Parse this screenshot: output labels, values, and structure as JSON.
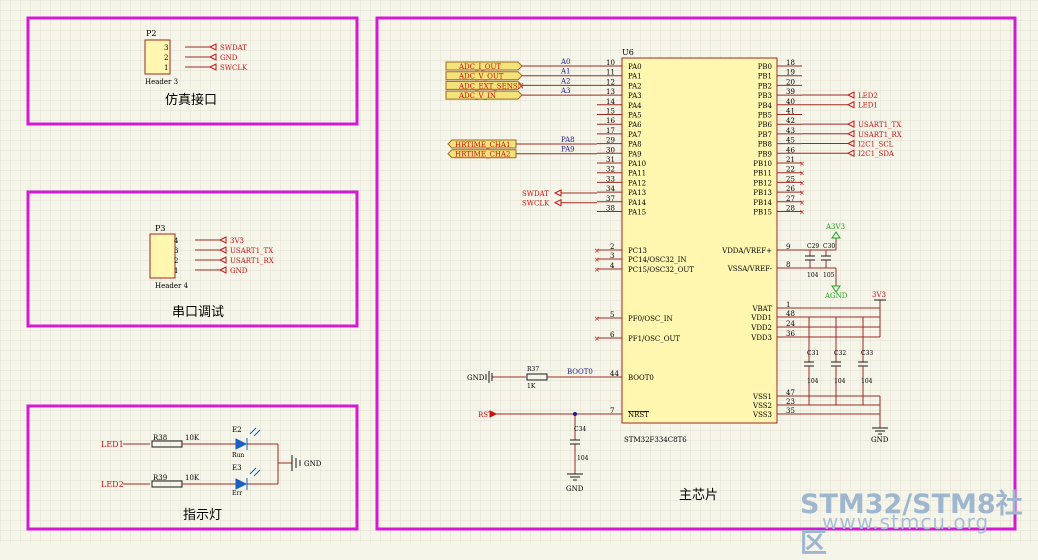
{
  "blocks": {
    "debug_interface": "仿真接口",
    "serial_debug": "串口调试",
    "indicator": "指示灯",
    "main_chip": "主芯片"
  },
  "p2": {
    "ref": "P2",
    "footprint": "Header 3",
    "pins": [
      "3",
      "2",
      "1"
    ],
    "nets": [
      "SWDAT",
      "GND",
      "SWCLK"
    ]
  },
  "p3": {
    "ref": "P3",
    "footprint": "Header 4",
    "pins": [
      "4",
      "3",
      "2",
      "1"
    ],
    "nets": [
      "3V3",
      "USART1_TX",
      "USART1_RX",
      "GND"
    ]
  },
  "leds": {
    "led1_net": "LED1",
    "led2_net": "LED2",
    "r1_ref": "R38",
    "r1_val": "10K",
    "r2_ref": "R39",
    "r2_val": "10K",
    "e1_ref": "E2",
    "e1_val": "Run",
    "e2_ref": "E3",
    "e2_val": "Err",
    "gnd": "GND"
  },
  "mcu": {
    "ref": "U6",
    "part": "STM32F334C8T6",
    "left_pins": [
      {
        "num": "10",
        "name": "PA0"
      },
      {
        "num": "11",
        "name": "PA1"
      },
      {
        "num": "12",
        "name": "PA2"
      },
      {
        "num": "13",
        "name": "PA3"
      },
      {
        "num": "14",
        "name": "PA4"
      },
      {
        "num": "15",
        "name": "PA5"
      },
      {
        "num": "16",
        "name": "PA6"
      },
      {
        "num": "17",
        "name": "PA7"
      },
      {
        "num": "29",
        "name": "PA8"
      },
      {
        "num": "30",
        "name": "PA9"
      },
      {
        "num": "31",
        "name": "PA10"
      },
      {
        "num": "32",
        "name": "PA11"
      },
      {
        "num": "33",
        "name": "PA12"
      },
      {
        "num": "34",
        "name": "PA13"
      },
      {
        "num": "37",
        "name": "PA14"
      },
      {
        "num": "38",
        "name": "PA15"
      }
    ],
    "right_pins": [
      {
        "num": "18",
        "name": "PB0"
      },
      {
        "num": "19",
        "name": "PB1"
      },
      {
        "num": "20",
        "name": "PB2"
      },
      {
        "num": "39",
        "name": "PB3"
      },
      {
        "num": "40",
        "name": "PB4"
      },
      {
        "num": "41",
        "name": "PB5"
      },
      {
        "num": "42",
        "name": "PB6"
      },
      {
        "num": "43",
        "name": "PB7"
      },
      {
        "num": "45",
        "name": "PB8"
      },
      {
        "num": "46",
        "name": "PB9"
      },
      {
        "num": "21",
        "name": "PB10"
      },
      {
        "num": "22",
        "name": "PB11"
      },
      {
        "num": "25",
        "name": "PB12"
      },
      {
        "num": "26",
        "name": "PB13"
      },
      {
        "num": "27",
        "name": "PB14"
      },
      {
        "num": "28",
        "name": "PB15"
      }
    ],
    "osc_pins": [
      {
        "num": "2",
        "name": "PC13"
      },
      {
        "num": "3",
        "name": "PC14/OSC32_IN"
      },
      {
        "num": "4",
        "name": "PC15/OSC32_OUT"
      },
      {
        "num": "5",
        "name": "PF0/OSC_IN"
      },
      {
        "num": "6",
        "name": "PF1/OSC_OUT"
      },
      {
        "num": "44",
        "name": "BOOT0"
      },
      {
        "num": "7",
        "name": "NRST"
      }
    ],
    "power_pins": [
      {
        "num": "9",
        "name": "VDDA/VREF+"
      },
      {
        "num": "8",
        "name": "VSSA/VREF-"
      },
      {
        "num": "1",
        "name": "VBAT"
      },
      {
        "num": "48",
        "name": "VDD1"
      },
      {
        "num": "24",
        "name": "VDD2"
      },
      {
        "num": "36",
        "name": "VDD3"
      },
      {
        "num": "47",
        "name": "VSS1"
      },
      {
        "num": "23",
        "name": "VSS2"
      },
      {
        "num": "35",
        "name": "VSS3"
      }
    ]
  },
  "adc_ports": [
    "ADC_I_OUT",
    "ADC_V_OUT",
    "ADC_EXT_SENSN",
    "ADC_V_IN"
  ],
  "adc_wires": [
    "A0",
    "A1",
    "A2",
    "A3"
  ],
  "hrtim_ports": [
    "HRTIME_CHA1",
    "HRTIME_CHA2"
  ],
  "hrtim_wires": [
    "PA8",
    "PA9"
  ],
  "swd_nets": [
    "SWDAT",
    "SWCLK"
  ],
  "pb_nets": [
    "LED2",
    "LED1",
    "USART1_TX",
    "USART1_RX",
    "I2C1_SCL",
    "I2C1_SDA"
  ],
  "analog": {
    "a3v3": "A3V3",
    "agnd": "AGND",
    "c1_ref": "C29",
    "c2_ref": "C30",
    "c1_val": "104",
    "c2_val": "105"
  },
  "decoupling": {
    "v3v3": "3V3",
    "refs": [
      "C31",
      "C32",
      "C33"
    ],
    "val": "104",
    "gnd": "GND"
  },
  "boot": {
    "gnd": "GND",
    "r_ref": "R37",
    "r_val": "1K",
    "net": "BOOT0"
  },
  "reset": {
    "net": "RST",
    "c_ref": "C34",
    "c_val": "104",
    "gnd": "GND"
  },
  "watermark": {
    "title": "STM32/STM8社区",
    "url": "www.stmcu.org"
  }
}
